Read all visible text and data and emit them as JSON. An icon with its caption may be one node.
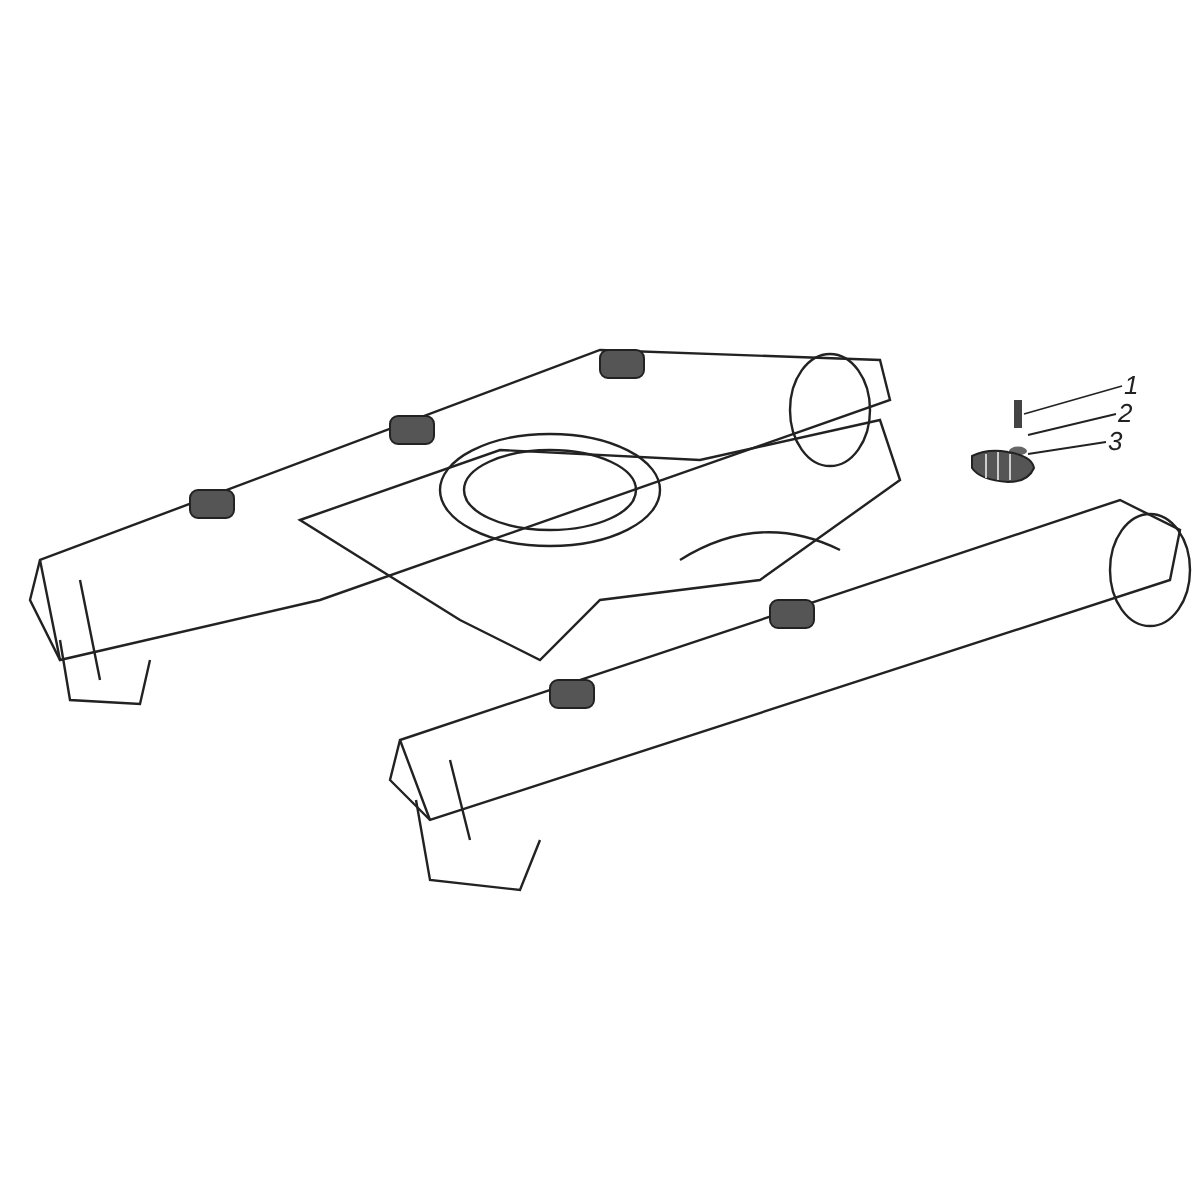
{
  "diagram": {
    "nodes": [
      {
        "text": [
          "1"
        ]
      },
      {
        "text": [
          "2"
        ]
      },
      {
        "text": [
          "3"
        ]
      },
      {
        "text": [],
        "shape": "bar"
      },
      {
        "text": [],
        "shape": "circle"
      },
      {
        "text": [],
        "shape": "picture"
      }
    ],
    "edges": [
      {
        "from": 0,
        "to": 3,
        "arrow": "none"
      },
      {
        "from": 1,
        "to": 4,
        "arrow": "none"
      },
      {
        "from": 2,
        "to": 5,
        "arrow": "none"
      }
    ]
  }
}
